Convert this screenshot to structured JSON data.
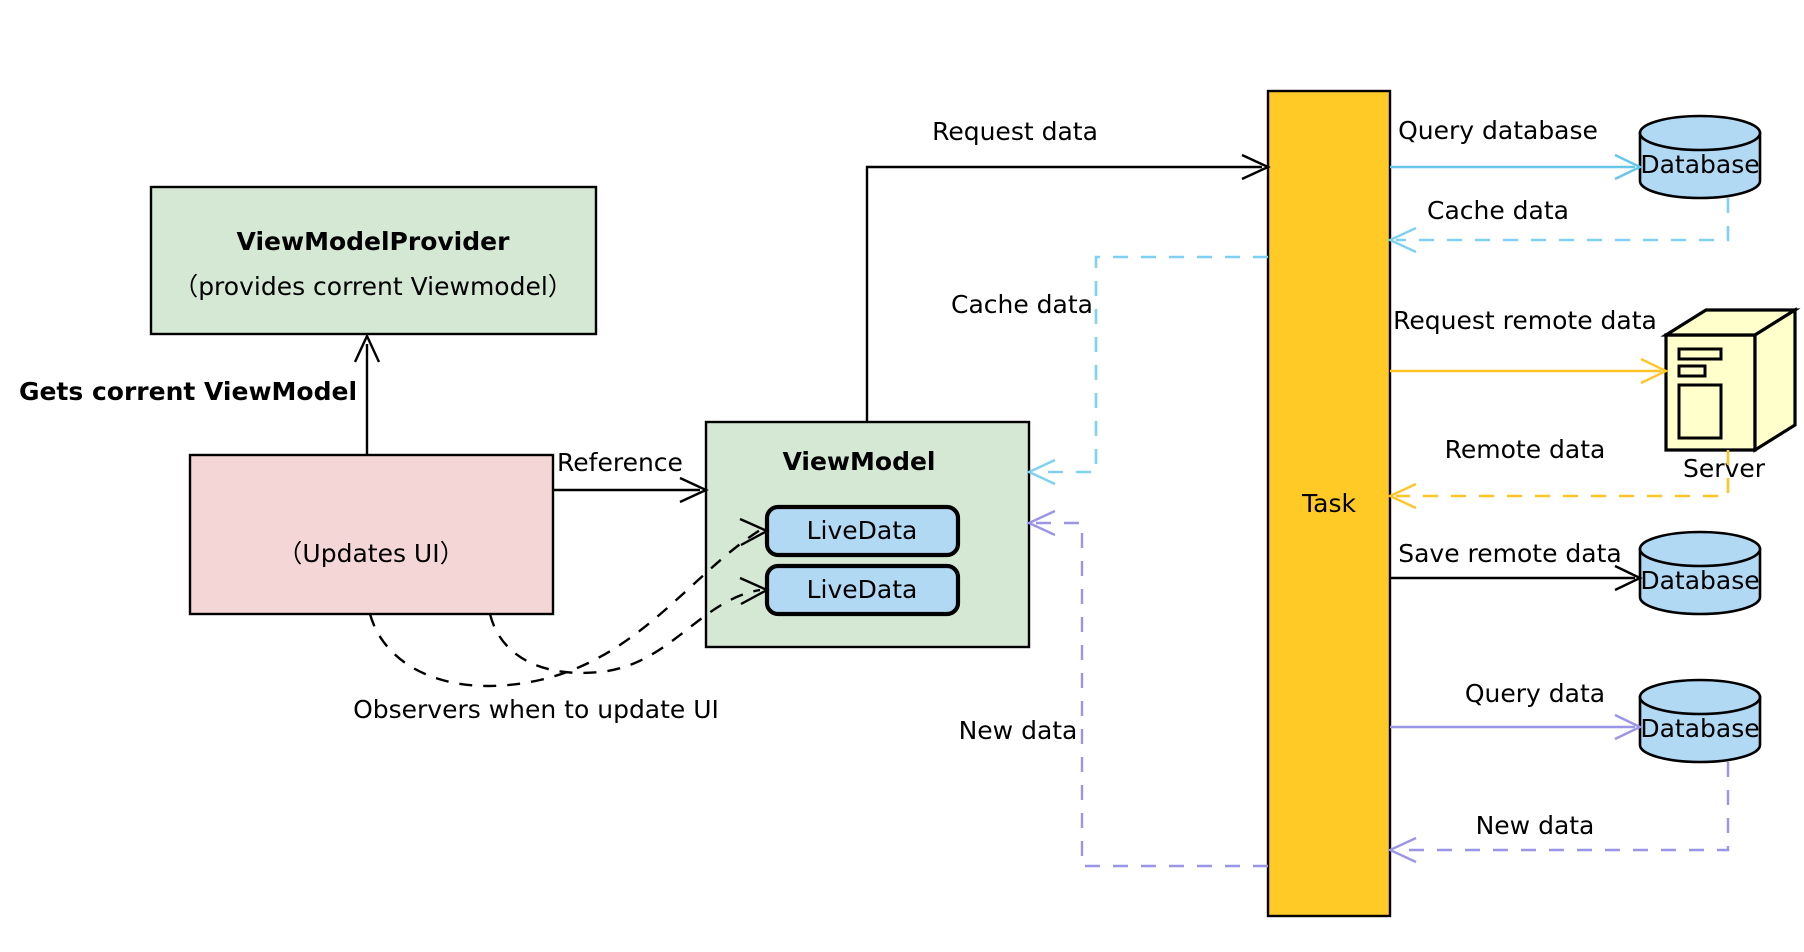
{
  "diagram": {
    "title": "Android ViewModel / LiveData data-flow architecture",
    "colors": {
      "green_node": "#d5e8d4",
      "pink_node": "#f5d6d6",
      "blue_node": "#b1d9f4",
      "task_node": "#ffc926",
      "server_node": "#ffffcc",
      "cyan_edge": "#66c6ee",
      "amber_edge": "#ffc425",
      "purple_edge": "#9a95e8",
      "black_edge": "#000000"
    },
    "nodes": {
      "view_model_provider": {
        "title": "ViewModelProvider",
        "subtitle": "（provides corrent Viewmodel）"
      },
      "activity": {
        "label": "（Updates UI）"
      },
      "view_model": {
        "title": "ViewModel",
        "live_data": [
          {
            "label": "LiveData"
          },
          {
            "label": "LiveData"
          }
        ]
      },
      "task": {
        "label": "Task"
      },
      "database_top": {
        "label": "Database"
      },
      "database_save": {
        "label": "Database"
      },
      "database_query": {
        "label": "Database"
      },
      "server": {
        "label": "Server"
      }
    },
    "edges": {
      "gets_current_viewmodel": "Gets corrent ViewModel",
      "reference": "Reference",
      "observers": "Observers when to update UI",
      "request_data": "Request data",
      "cache_data_to_task": "Cache data",
      "cache_data_to_viewmodel": "Cache data",
      "query_database": "Query database",
      "request_remote_data": "Request remote data",
      "remote_data": "Remote data",
      "save_remote_data": "Save remote data",
      "query_data": "Query data",
      "new_data_from_db": "New data",
      "new_data_to_viewmodel": "New data"
    }
  }
}
